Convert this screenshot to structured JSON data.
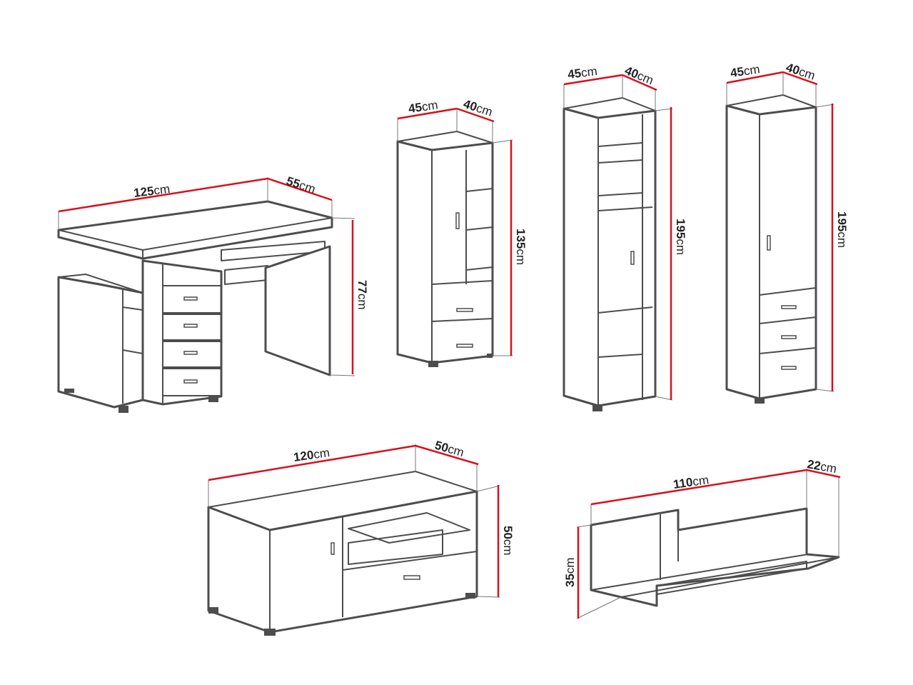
{
  "colors": {
    "dimension_line": "#d8101e",
    "outline": "#4d4d4d"
  },
  "desk": {
    "width": {
      "value": "125",
      "unit": "cm"
    },
    "depth": {
      "value": "55",
      "unit": "cm"
    },
    "height": {
      "value": "77",
      "unit": "cm"
    }
  },
  "low_cabinet": {
    "width": {
      "value": "45",
      "unit": "cm"
    },
    "depth": {
      "value": "40",
      "unit": "cm"
    },
    "height": {
      "value": "135",
      "unit": "cm"
    }
  },
  "tall_shelf": {
    "width": {
      "value": "45",
      "unit": "cm"
    },
    "depth": {
      "value": "40",
      "unit": "cm"
    },
    "height": {
      "value": "195",
      "unit": "cm"
    }
  },
  "wardrobe": {
    "width": {
      "value": "45",
      "unit": "cm"
    },
    "depth": {
      "value": "40",
      "unit": "cm"
    },
    "height": {
      "value": "195",
      "unit": "cm"
    }
  },
  "tv_stand": {
    "width": {
      "value": "120",
      "unit": "cm"
    },
    "depth": {
      "value": "50",
      "unit": "cm"
    },
    "height": {
      "value": "50",
      "unit": "cm"
    }
  },
  "wall_shelf": {
    "width": {
      "value": "110",
      "unit": "cm"
    },
    "depth": {
      "value": "22",
      "unit": "cm"
    },
    "height": {
      "value": "35",
      "unit": "cm"
    }
  }
}
